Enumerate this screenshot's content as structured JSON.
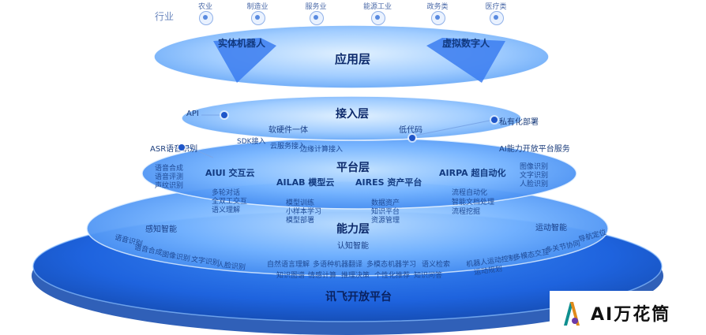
{
  "header": {
    "industries_label": "行业",
    "industries": [
      "农业",
      "制造业",
      "服务业",
      "能源工业",
      "政务类",
      "医疗类"
    ]
  },
  "layers": {
    "application": {
      "title": "应用层",
      "left": "实体机器人",
      "right": "虚拟数字人"
    },
    "access": {
      "title": "接入层",
      "api": "API",
      "hardware": "软硬件一体",
      "low_code": "低代码",
      "private": "私有化部署",
      "sdk": "SDK接入",
      "cloud": "云服务接入",
      "edge": "边缘计算接入"
    },
    "platform": {
      "title": "平台层",
      "left_note": "ASR语音识别",
      "right_note": "AI能力开放平台服务",
      "aiui": "AIUI 交互云",
      "ailab": "AILAB 模型云",
      "aires": "AIRES 资产平台",
      "airpa": "AIRPA 超自动化",
      "aiui_items": [
        "多轮对话",
        "全双工交互",
        "语义理解"
      ],
      "ailab_items": [
        "模型训练",
        "小样本学习",
        "模型部署"
      ],
      "aires_items": [
        "数据资产",
        "知识平台",
        "资源管理"
      ],
      "airpa_items": [
        "流程自动化",
        "智能文档处理",
        "流程挖掘"
      ],
      "left_side": [
        "语音合成",
        "语音评测",
        "声纹识别"
      ],
      "right_side": [
        "图像识别",
        "文字识别",
        "人脸识别"
      ]
    },
    "capability": {
      "title": "能力层",
      "cognitive": "认知智能",
      "perception": "感知智能",
      "motion": "运动智能",
      "cog_row1": [
        "自然语言理解",
        "多语种机器翻译",
        "多模态机器学习",
        "语义检索"
      ],
      "cog_row2": [
        "知识图谱",
        "情感计算",
        "推理决策",
        "个性化推荐",
        "知识问答"
      ],
      "perception_items": [
        "语音识别",
        "语音合成",
        "图像识别",
        "文字识别",
        "人脸识别"
      ],
      "motion_items": [
        "机器人运动控制",
        "多模态交互",
        "运动规划",
        "多关节协同",
        "导航定位"
      ]
    },
    "base": {
      "title": "讯飞开放平台"
    }
  },
  "logo": {
    "text": "AI万花筒"
  }
}
